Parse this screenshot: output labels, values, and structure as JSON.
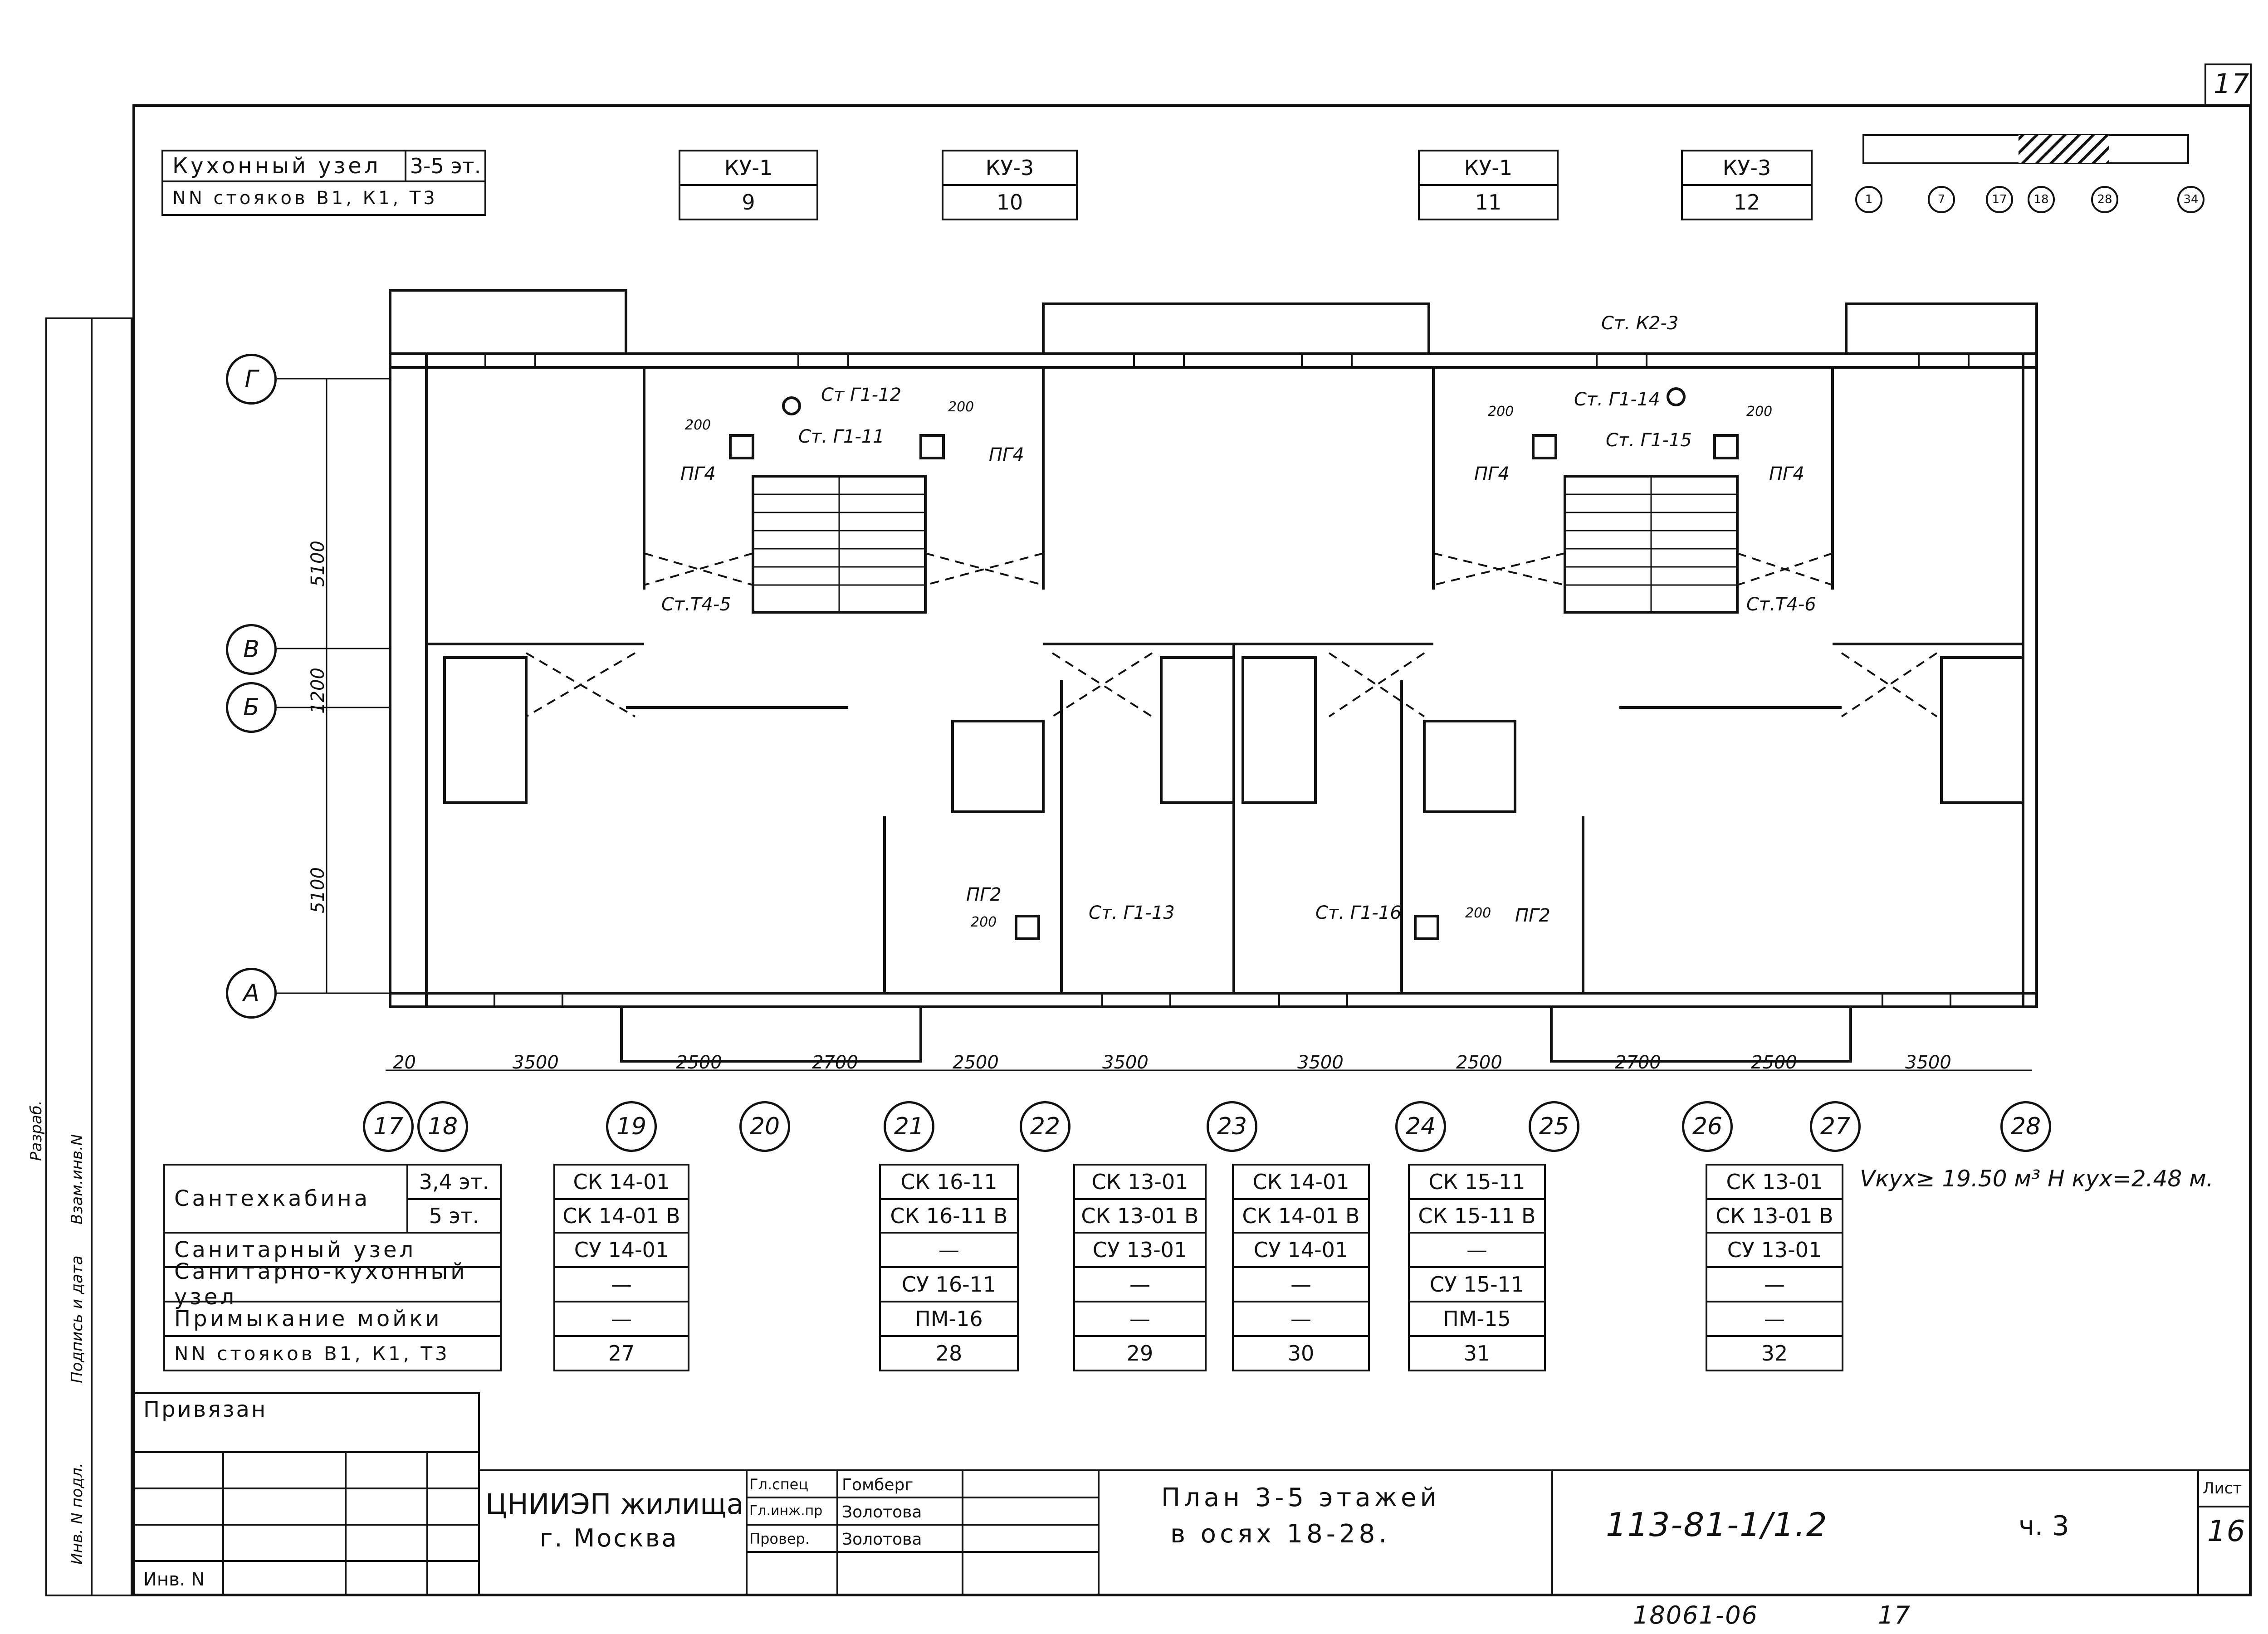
{
  "sheet_number_top": "17",
  "header": {
    "kitchen_label": "Кухонный узел",
    "floors": "3-5 эт.",
    "risers_label": "NN стояков В1, К1, Т3"
  },
  "ku_boxes": [
    {
      "type": "КУ-1",
      "num": "9"
    },
    {
      "type": "КУ-3",
      "num": "10"
    },
    {
      "type": "КУ-1",
      "num": "11"
    },
    {
      "type": "КУ-3",
      "num": "12"
    }
  ],
  "key_plan_axes": [
    "1",
    "7",
    "17",
    "18",
    "28",
    "34"
  ],
  "row_axes": [
    "Г",
    "В",
    "Б",
    "А"
  ],
  "vertical_dims": [
    "5100",
    "1200",
    "5100"
  ],
  "col_dims": [
    "20",
    "3500",
    "2500",
    "2700",
    "2500",
    "3500",
    "3500",
    "2500",
    "2700",
    "2500",
    "3500"
  ],
  "col_axes": [
    "17",
    "18",
    "19",
    "20",
    "21",
    "22",
    "23",
    "24",
    "25",
    "26",
    "27",
    "28"
  ],
  "plan_labels": {
    "st_k2_3": "Ст. К2-3",
    "st_g1_12": "Ст Г1-12",
    "st_g1_11": "Ст. Г1-11",
    "st_g1_14": "Ст. Г1-14",
    "st_g1_15": "Ст. Г1-15",
    "st_t4_5": "Ст.Т4-5",
    "st_t4_6": "Ст.Т4-6",
    "st_g1_13": "Ст. Г1-13",
    "st_g1_16": "Ст. Г1-16",
    "pg4": "ПГ4",
    "pg2": "ПГ2",
    "d200": "200"
  },
  "volume_note": "Vкух≥ 19.50 м³ Н кух=2.48 м.",
  "table": {
    "row_labels": {
      "santech": "Сантехкабина",
      "fl34": "3,4 эт.",
      "fl5": "5 эт.",
      "san_uzel": "Санитарный узел",
      "san_kitchen": "Санитарно-кухонный узел",
      "sink": "Примыкание мойки",
      "risers": "NN стояков В1, К1, Т3"
    },
    "columns": [
      {
        "r1": "СК 14-01",
        "r2": "СК 14-01 В",
        "r3": "СУ 14-01",
        "r4": "—",
        "r5": "—",
        "r6": "27"
      },
      {
        "r1": "СК 16-11",
        "r2": "СК 16-11 В",
        "r3": "—",
        "r4": "СУ 16-11",
        "r5": "ПМ-16",
        "r6": "28"
      },
      {
        "r1": "СК 13-01",
        "r2": "СК 13-01 В",
        "r3": "СУ 13-01",
        "r4": "—",
        "r5": "—",
        "r6": "29"
      },
      {
        "r1": "СК 14-01",
        "r2": "СК 14-01 В",
        "r3": "СУ 14-01",
        "r4": "—",
        "r5": "—",
        "r6": "30"
      },
      {
        "r1": "СК 15-11",
        "r2": "СК 15-11 В",
        "r3": "—",
        "r4": "СУ 15-11",
        "r5": "ПМ-15",
        "r6": "31"
      },
      {
        "r1": "СК 13-01",
        "r2": "СК 13-01 В",
        "r3": "СУ 13-01",
        "r4": "—",
        "r5": "—",
        "r6": "32"
      }
    ]
  },
  "title_block": {
    "privyazan": "Привязан",
    "inv": "Инв. N",
    "org": "ЦНИИЭП жилища",
    "city": "г. Москва",
    "roles": [
      "Гл.спец",
      "Гл.инж.пр",
      "Провер."
    ],
    "names": [
      "Гомберг",
      "Золотова",
      "Золотова"
    ],
    "title1": "План 3-5 этажей",
    "title2": "в осях 18-28.",
    "code": "113-81-1/1.2",
    "part": "ч. 3",
    "list_label": "Лист",
    "list_num": "16",
    "footer_code": "18061-06",
    "footer_num": "17"
  },
  "side_labels": [
    "Инв. N подл.",
    "Подпись и дата",
    "Взам.инв.N",
    "Разраб."
  ]
}
